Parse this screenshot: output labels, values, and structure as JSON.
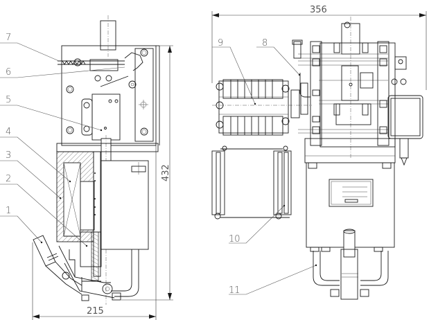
{
  "drawing": {
    "views": [
      "side-section",
      "front"
    ],
    "dimensions": {
      "total_height": "432",
      "side_width": "215",
      "front_width": "356"
    },
    "part_labels": [
      {
        "id": "1",
        "text": "1"
      },
      {
        "id": "2",
        "text": "2"
      },
      {
        "id": "3",
        "text": "3"
      },
      {
        "id": "4",
        "text": "4"
      },
      {
        "id": "5",
        "text": "5"
      },
      {
        "id": "6",
        "text": "6"
      },
      {
        "id": "7",
        "text": "7"
      },
      {
        "id": "8",
        "text": "8"
      },
      {
        "id": "9",
        "text": "9"
      },
      {
        "id": "10",
        "text": "10"
      },
      {
        "id": "11",
        "text": "11"
      }
    ],
    "colors": {
      "line": "#1a1a1a",
      "label": "#555555",
      "background": "#ffffff"
    }
  }
}
